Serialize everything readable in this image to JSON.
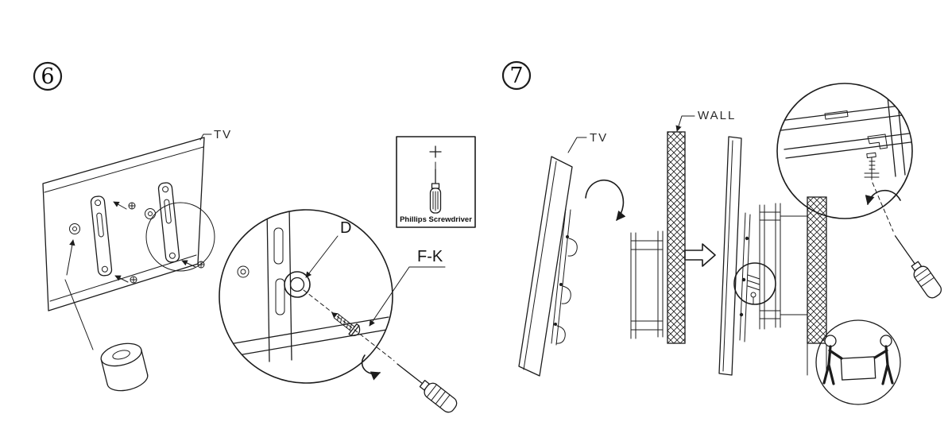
{
  "colors": {
    "line": "#1c1c1c",
    "background": "#ffffff"
  },
  "step6": {
    "number": "6",
    "tv_label": "TV",
    "detail": {
      "hole_label": "D",
      "screw_label": "F-K"
    },
    "inset": {
      "caption": "Phillips Screwdriver"
    }
  },
  "step7": {
    "number": "7",
    "tv_label": "TV",
    "wall_label": "WALL"
  },
  "icons": {
    "step6": [
      "screw-icon",
      "washer-icon",
      "spacer-cylinder-icon",
      "magnifier-circle",
      "flange-nut-icon",
      "screwdriver-icon",
      "rotation-arrow-icon",
      "phillips-head-icon"
    ],
    "step7": [
      "curved-hook-arrow-icon",
      "wall-hatch",
      "insert-arrow-icon",
      "lock-screw-highlight",
      "magnifier-circle",
      "screwdriver-icon",
      "rotation-arrow-icon",
      "two-person-lift-icon"
    ]
  }
}
